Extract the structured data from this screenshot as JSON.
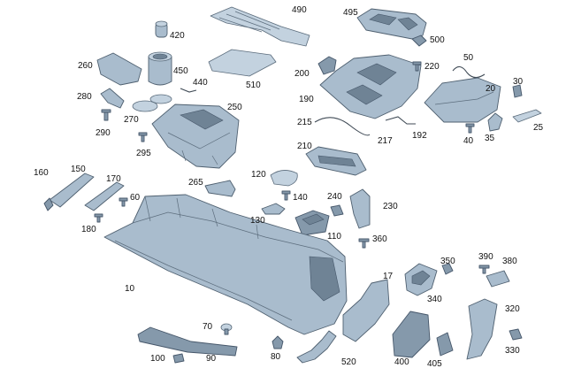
{
  "labels": {
    "l10": "10",
    "l17": "17",
    "l20": "20",
    "l25": "25",
    "l30": "30",
    "l35": "35",
    "l40": "40",
    "l50": "50",
    "l60": "60",
    "l70": "70",
    "l80": "80",
    "l90": "90",
    "l100": "100",
    "l110": "110",
    "l120": "120",
    "l130": "130",
    "l140": "140",
    "l150": "150",
    "l160": "160",
    "l170": "170",
    "l180": "180",
    "l190": "190",
    "l192": "192",
    "l200": "200",
    "l210": "210",
    "l215": "215",
    "l217": "217",
    "l220": "220",
    "l230": "230",
    "l240": "240",
    "l250": "250",
    "l260": "260",
    "l265": "265",
    "l270": "270",
    "l280": "280",
    "l290": "290",
    "l295": "295",
    "l320": "320",
    "l330": "330",
    "l340": "340",
    "l350": "350",
    "l360": "360",
    "l380": "380",
    "l390": "390",
    "l400": "400",
    "l405": "405",
    "l420": "420",
    "l440": "440",
    "l450": "450",
    "l490": "490",
    "l495": "495",
    "l500": "500",
    "l510": "510",
    "l520": "520"
  },
  "colors": {
    "part_fill": "#a9bccd",
    "part_stroke": "#4f6070",
    "label": "#111111"
  }
}
